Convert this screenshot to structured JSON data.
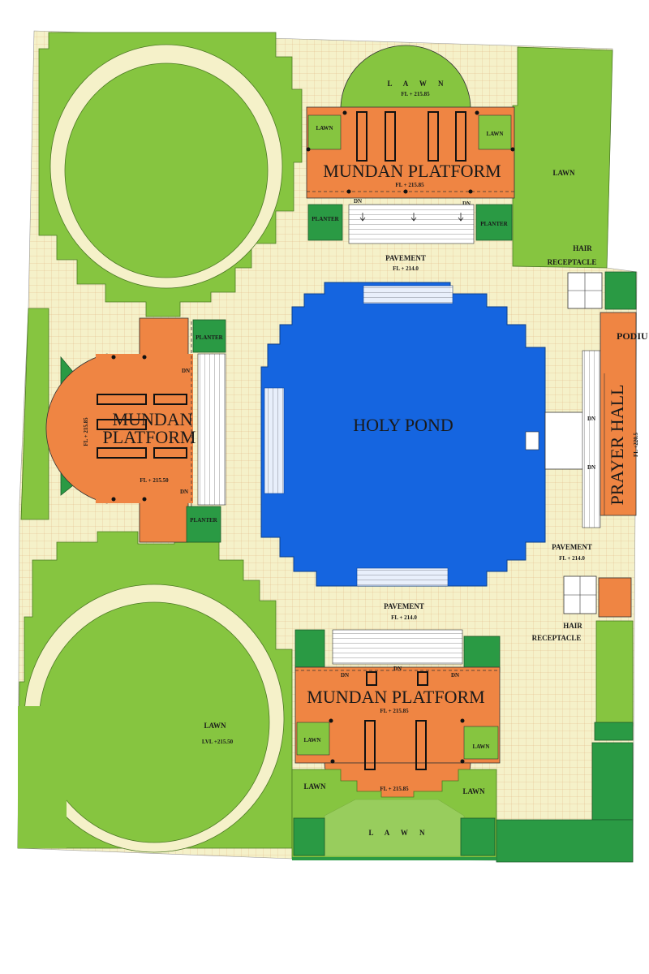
{
  "colors": {
    "pavement": "#f5f1c9",
    "lawn": "#86c540",
    "platform": "#ef8543",
    "pond": "#1565e0",
    "planter": "#2a9a44",
    "paper": "#ffffff"
  },
  "labels": {
    "lawn": "LAWN",
    "lawn_spaced": "L A W N",
    "mundan_platform": "MUNDAN PLATFORM",
    "mundan": "MUNDAN",
    "platform": "PLATFORM",
    "planter": "PLANTER",
    "pavement": "PAVEMENT",
    "fl_214": "FL + 214.0",
    "fl_21585": "FL + 215.85",
    "fl_21550": "FL + 215.50",
    "lvl_21550": "LVL +215.50",
    "holy_pond": "HOLY POND",
    "hair": "HAIR",
    "receptacle": "RECEPTACLE",
    "prayer_hall": "PRAYER HALL",
    "fl_2205": "FL +220.5",
    "podium": "PODIU",
    "dn": "DN"
  },
  "icons": [
    "down-arrow-icon"
  ]
}
